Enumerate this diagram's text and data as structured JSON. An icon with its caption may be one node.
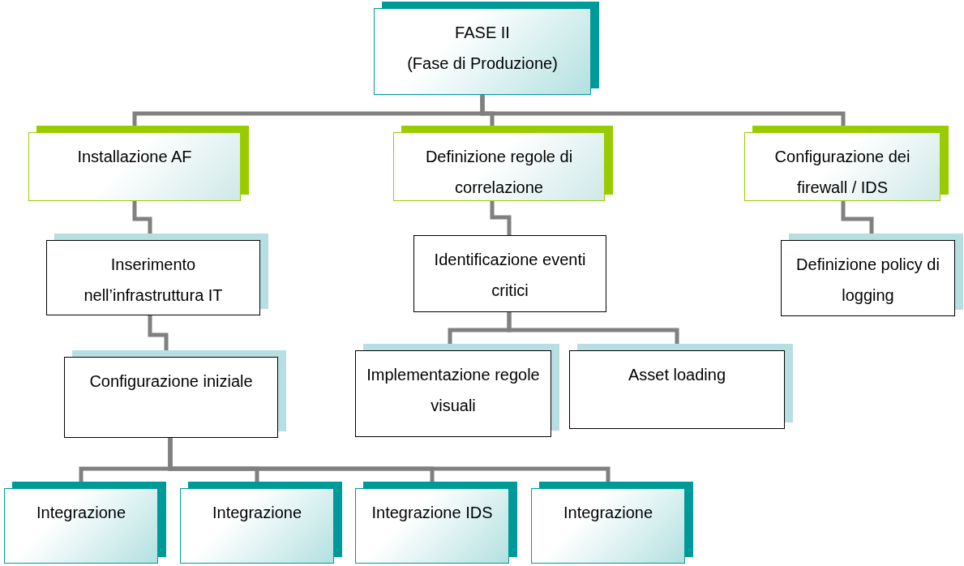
{
  "diagram": {
    "nodes": [
      {
        "text": [
          "FASE II",
          "(Fase di Produzione)"
        ]
      },
      {
        "text": [
          "Installazione AF"
        ]
      },
      {
        "text": [
          "Definizione regole di correlazione"
        ]
      },
      {
        "text": [
          "Configurazione dei firewall / IDS"
        ]
      },
      {
        "text": [
          "Inserimento nell’infrastruttura IT"
        ]
      },
      {
        "text": [
          "Identificazione eventi critici"
        ]
      },
      {
        "text": [
          "Definizione policy di logging"
        ]
      },
      {
        "text": [
          "Configurazione iniziale"
        ]
      },
      {
        "text": [
          "Implementazione regole visuali"
        ]
      },
      {
        "text": [
          "Asset loading"
        ]
      },
      {
        "text": [
          "Integrazione"
        ]
      },
      {
        "text": [
          "Integrazione"
        ]
      },
      {
        "text": [
          "Integrazione IDS"
        ]
      },
      {
        "text": [
          "Integrazione"
        ]
      }
    ],
    "edges": [
      {
        "from": 0,
        "to": 1,
        "arrow": "none"
      },
      {
        "from": 0,
        "to": 2,
        "arrow": "none"
      },
      {
        "from": 0,
        "to": 3,
        "arrow": "none"
      },
      {
        "from": 1,
        "to": 4,
        "arrow": "none"
      },
      {
        "from": 4,
        "to": 7,
        "arrow": "none"
      },
      {
        "from": 2,
        "to": 5,
        "arrow": "none"
      },
      {
        "from": 5,
        "to": 8,
        "arrow": "none"
      },
      {
        "from": 5,
        "to": 9,
        "arrow": "none"
      },
      {
        "from": 3,
        "to": 6,
        "arrow": "none"
      },
      {
        "from": 7,
        "to": 10,
        "arrow": "none"
      },
      {
        "from": 7,
        "to": 11,
        "arrow": "none"
      },
      {
        "from": 7,
        "to": 12,
        "arrow": "none"
      },
      {
        "from": 7,
        "to": 13,
        "arrow": "none"
      }
    ]
  }
}
